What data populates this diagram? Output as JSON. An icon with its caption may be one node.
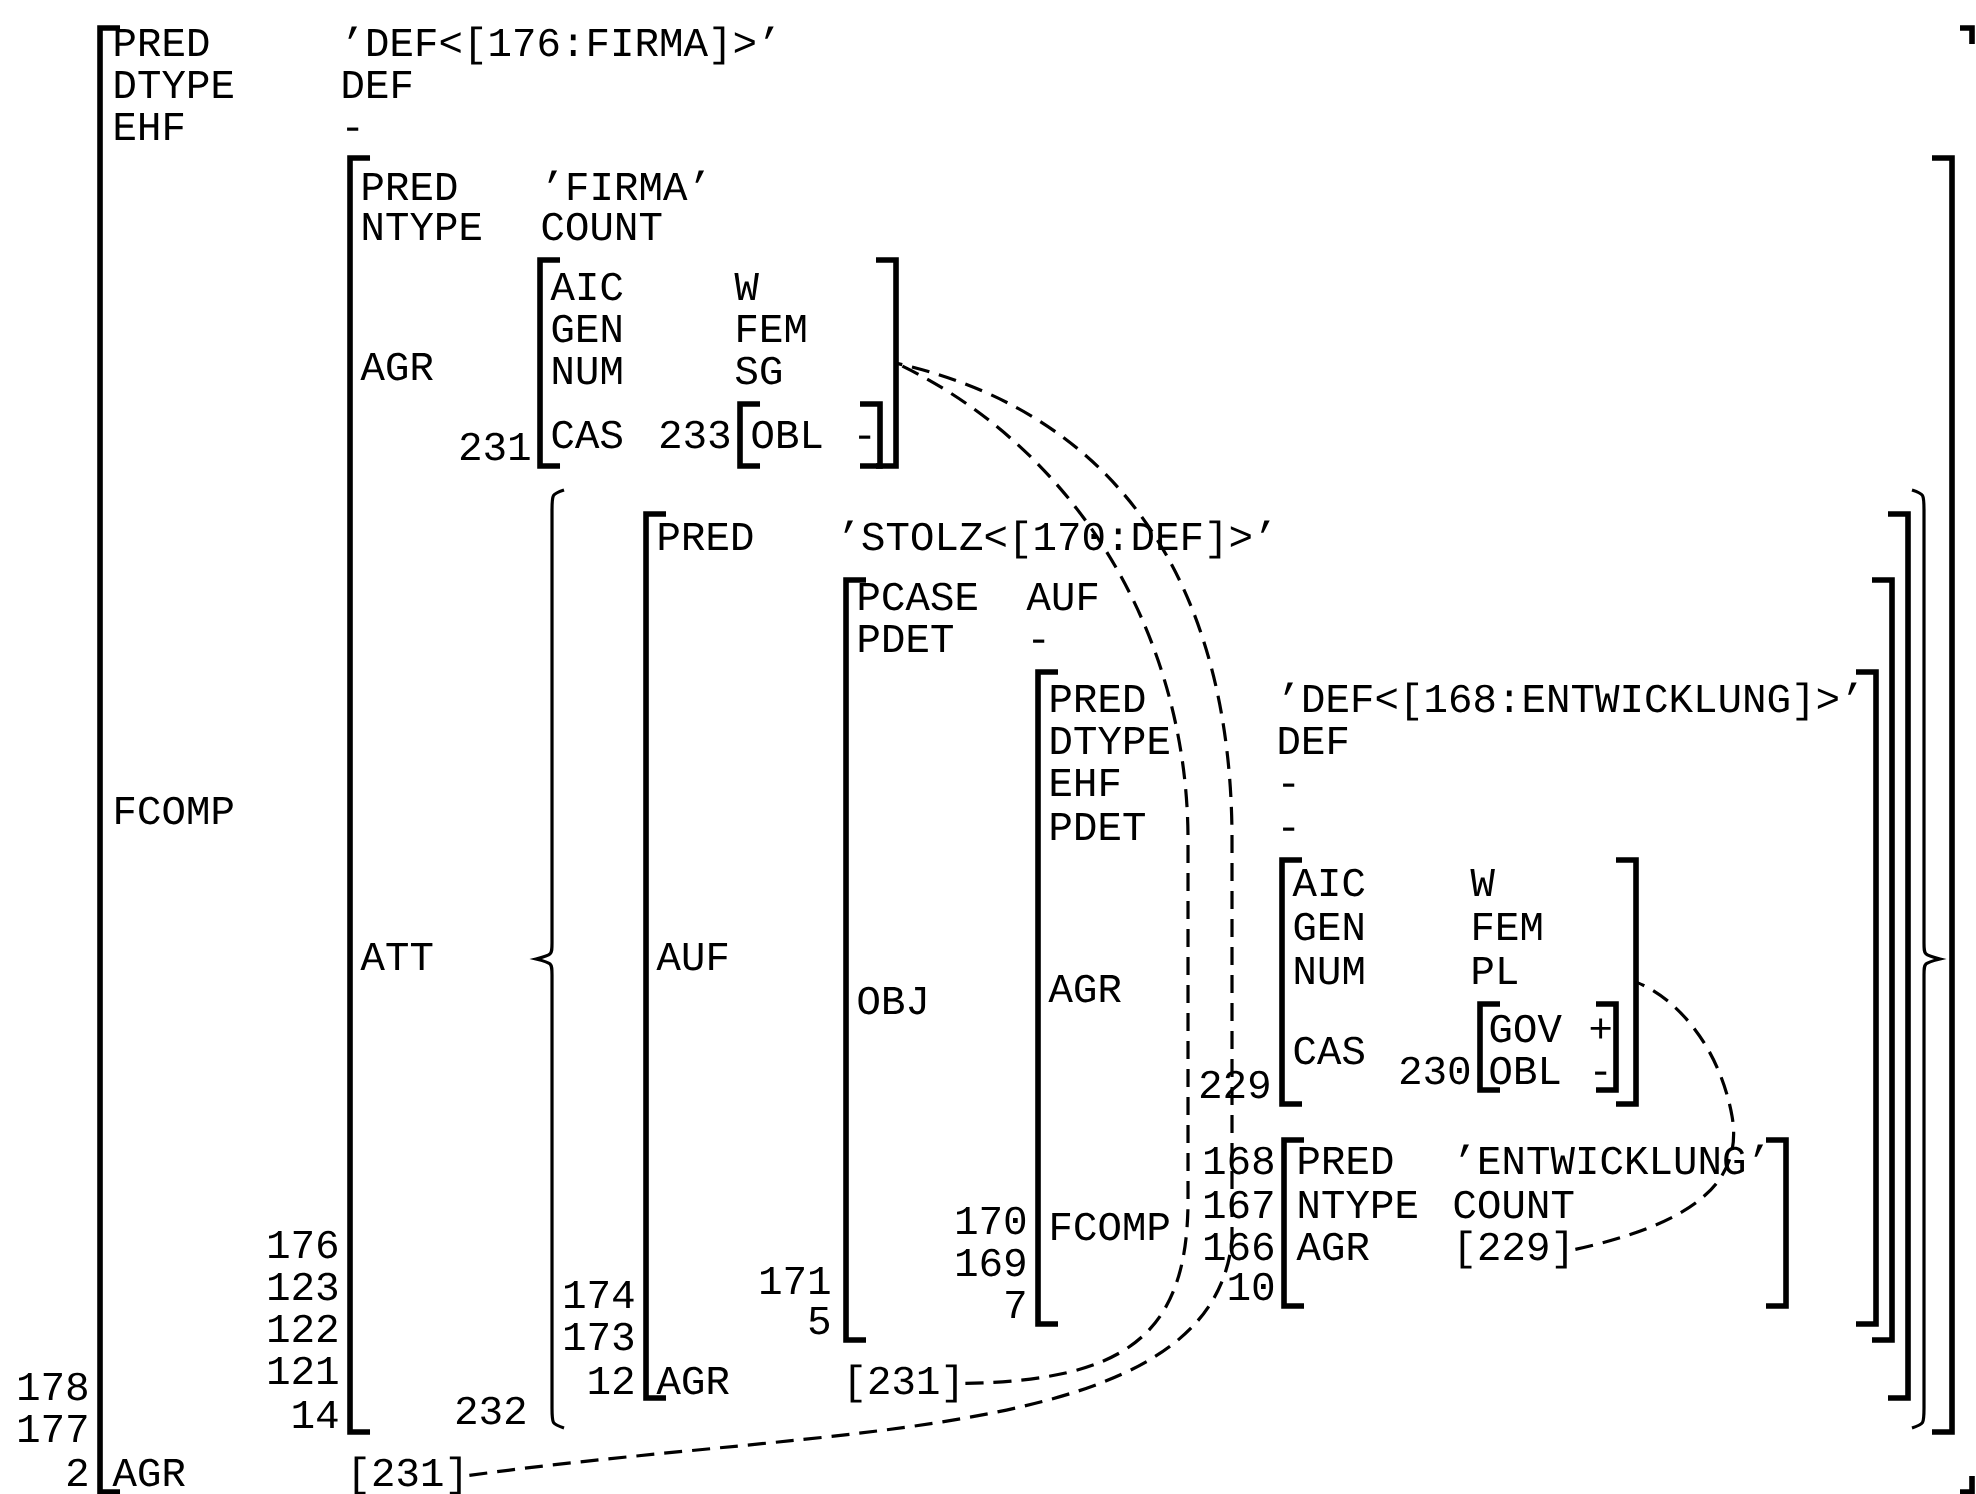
{
  "diagram": {
    "nodes": [
      {
        "text": [
          "PRED",
          "’DEF<[176:FIRMA]>’",
          "DTYPE",
          "DEF",
          "EHF",
          "-",
          "FCOMP",
          "AGR"
        ],
        "beside": [
          "178",
          "177",
          "2"
        ]
      },
      {
        "text": [
          "PRED",
          "’FIRMA’",
          "NTYPE",
          "COUNT",
          "AGR",
          "ATT"
        ],
        "beside": [
          "176",
          "123",
          "122",
          "121",
          "14"
        ],
        "in": 0
      },
      {
        "text": [
          "AIC",
          "W",
          "GEN",
          "FEM",
          "NUM",
          "SG",
          "CAS"
        ],
        "beside": [
          "231"
        ],
        "in": 1
      },
      {
        "text": [
          "OBL",
          "-"
        ],
        "beside": [
          "233"
        ],
        "in": 2
      },
      {
        "text": [],
        "shape": "brace",
        "beside": [
          "232"
        ],
        "in": 1
      },
      {
        "text": [
          "PRED",
          "’STOLZ<[170:DEF]>’",
          "AUF",
          "AGR"
        ],
        "beside": [
          "174",
          "173",
          "12"
        ],
        "in": 4
      },
      {
        "text": [
          "PCASE",
          "AUF",
          "PDET",
          "-",
          "OBJ"
        ],
        "beside": [
          "171",
          "5"
        ],
        "in": 5
      },
      {
        "text": [
          "PRED",
          "’DEF<[168:ENTWICKLUNG]>’",
          "DTYPE",
          "DEF",
          "EHF",
          "-",
          "PDET",
          "-",
          "AGR",
          "FCOMP"
        ],
        "beside": [
          "170",
          "169",
          "7"
        ],
        "in": 6
      },
      {
        "text": [
          "AIC",
          "W",
          "GEN",
          "FEM",
          "NUM",
          "PL",
          "CAS"
        ],
        "beside": [
          "229"
        ],
        "in": 7
      },
      {
        "text": [
          "GOV",
          "+",
          "OBL",
          "-"
        ],
        "beside": [
          "230"
        ],
        "in": 8
      },
      {
        "text": [
          "PRED",
          "’ENTWICKLUNG’",
          "NTYPE",
          "COUNT",
          "AGR"
        ],
        "beside": [
          "168",
          "167",
          "166",
          "10"
        ],
        "in": 7
      },
      {
        "text": [
          "[229]"
        ],
        "in": 10
      },
      {
        "text": [
          "[231]"
        ],
        "in": 5
      },
      {
        "text": [
          "[231]"
        ],
        "in": 0
      }
    ],
    "edges": [
      {
        "from": 11,
        "to": 8,
        "arrow": "none",
        "style": "dashed"
      },
      {
        "from": 12,
        "to": 2,
        "arrow": "none",
        "style": "dashed"
      },
      {
        "from": 13,
        "to": 2,
        "arrow": "none",
        "style": "dashed"
      }
    ]
  }
}
